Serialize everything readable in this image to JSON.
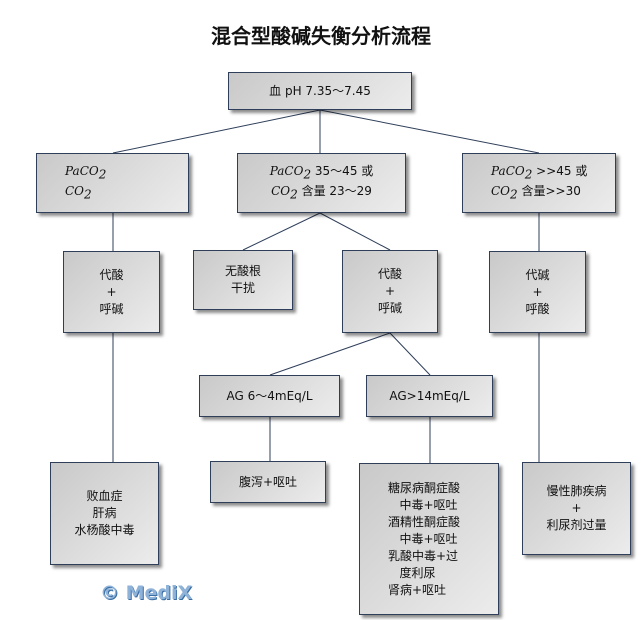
{
  "title": "混合型酸碱失衡分析流程",
  "root": "血 pH 7.35～7.45",
  "level1": {
    "left": {
      "l1_sym": "PaCO",
      "l2_sym": "CO",
      "sub": "2"
    },
    "middle": {
      "l1_sym": "PaCO",
      "l1_text": " 35～45 或",
      "l2_sym": "CO",
      "l2_text": " 含量 23～29",
      "sub": "2"
    },
    "right": {
      "l1_sym": "PaCO",
      "l1_text": " >>45 或",
      "l2_sym": "CO",
      "l2_text": " 含量>>30",
      "sub": "2"
    }
  },
  "level2": {
    "left": "代酸\n+\n呼碱",
    "mid_a": "无酸根\n干扰",
    "mid_b": "代酸\n+\n呼碱",
    "right": "代碱\n+\n呼酸"
  },
  "ag": {
    "low": "AG 6～4mEq/L",
    "high": "AG>14mEq/L"
  },
  "level3": {
    "left": "败血症\n肝病\n水杨酸中毒",
    "ag_low": "腹泻+呕吐",
    "ag_high": "糖尿病酮症酸\n   中毒+呕吐\n酒精性酮症酸\n   中毒+呕吐\n乳酸中毒+过\n   度利尿\n肾病+呕吐",
    "right": "慢性肺疾病\n+\n利尿剂过量"
  },
  "watermark": "© MediX"
}
